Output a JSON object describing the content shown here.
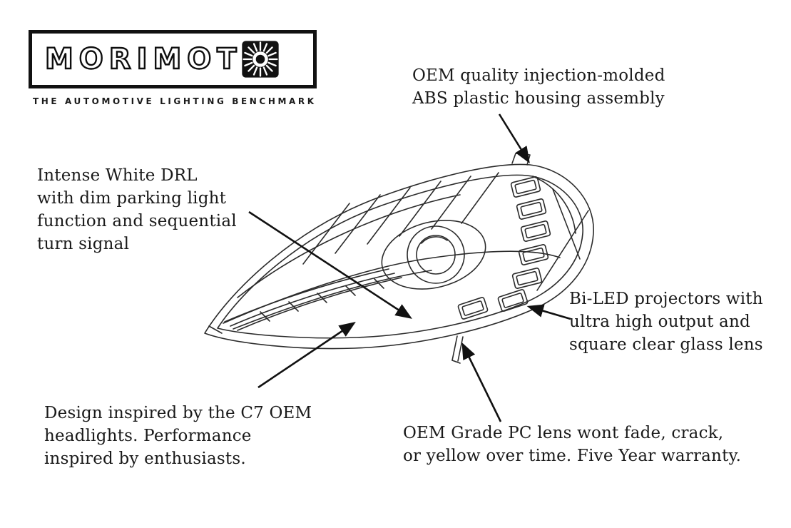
{
  "brand": {
    "wordmark_prefix": "MORIMOT",
    "wordmark_last": "O",
    "tagline": "THE AUTOMOTIVE LIGHTING BENCHMARK"
  },
  "callouts": [
    {
      "id": "housing",
      "lines": [
        "OEM quality injection-molded",
        "ABS plastic housing assembly"
      ]
    },
    {
      "id": "drl",
      "lines": [
        "Intense White DRL",
        "with dim parking light",
        "function and sequential",
        "turn signal"
      ]
    },
    {
      "id": "projectors",
      "lines": [
        "Bi-LED projectors with",
        "ultra high output and",
        "square clear glass lens"
      ]
    },
    {
      "id": "design",
      "lines": [
        "Design inspired by the C7 OEM",
        "headlights. Performance",
        "inspired by enthusiasts."
      ]
    },
    {
      "id": "lens",
      "lines": [
        "OEM Grade PC lens wont fade, crack,",
        "or yellow over time. Five Year warranty."
      ]
    }
  ],
  "illustration": {
    "name": "c7-corvette-headlight-line-drawing"
  },
  "icons": {
    "logo_emblem": "sunburst-o-icon"
  },
  "colors": {
    "background": "#ffffff",
    "ink": "#1a1a1a",
    "line_art": "#2b2b2b",
    "arrow": "#111111"
  }
}
